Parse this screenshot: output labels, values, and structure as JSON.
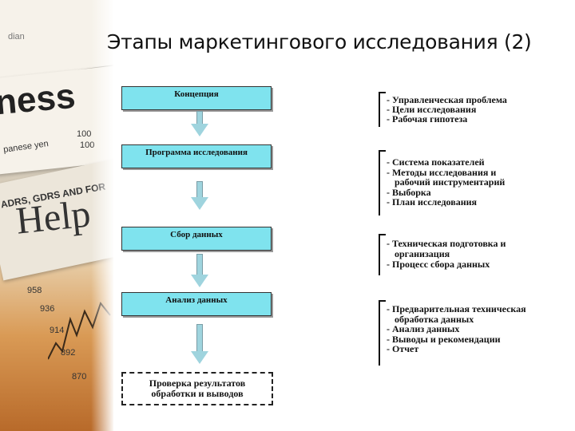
{
  "slide": {
    "title": "Этапы маркетингового исследования (2)"
  },
  "photo": {
    "words": {
      "word1": "ness",
      "word2": "Help",
      "word3": "ADRS, GDRS AND FOR",
      "word4": "panese yen",
      "word5": "dian",
      "nums": [
        "100",
        "100",
        "958",
        "936",
        "914",
        "892",
        "870"
      ]
    }
  },
  "stages": [
    {
      "label": "Концепция",
      "items": [
        "- Управленческая проблема",
        "- Цели исследования",
        "- Рабочая гипотеза"
      ]
    },
    {
      "label": "Программа исследования",
      "items": [
        "- Система показателей",
        "- Методы исследования и",
        "  рабочий инструментарий",
        "- Выборка",
        "- План исследования"
      ]
    },
    {
      "label": "Сбор данных",
      "items": [
        "- Техническая подготовка и",
        "  организация",
        "- Процесс сбора данных"
      ]
    },
    {
      "label": "Анализ данных",
      "items": [
        "- Предварительная техническая",
        "  обработка данных",
        "- Анализ данных",
        "- Выводы и рекомендации",
        "- Отчет"
      ]
    }
  ],
  "final_step": {
    "line1": "Проверка результатов",
    "line2": "обработки и выводов"
  },
  "colors": {
    "stage_fill": "#7fe3ee",
    "arrow_fill": "#9fd4de"
  }
}
